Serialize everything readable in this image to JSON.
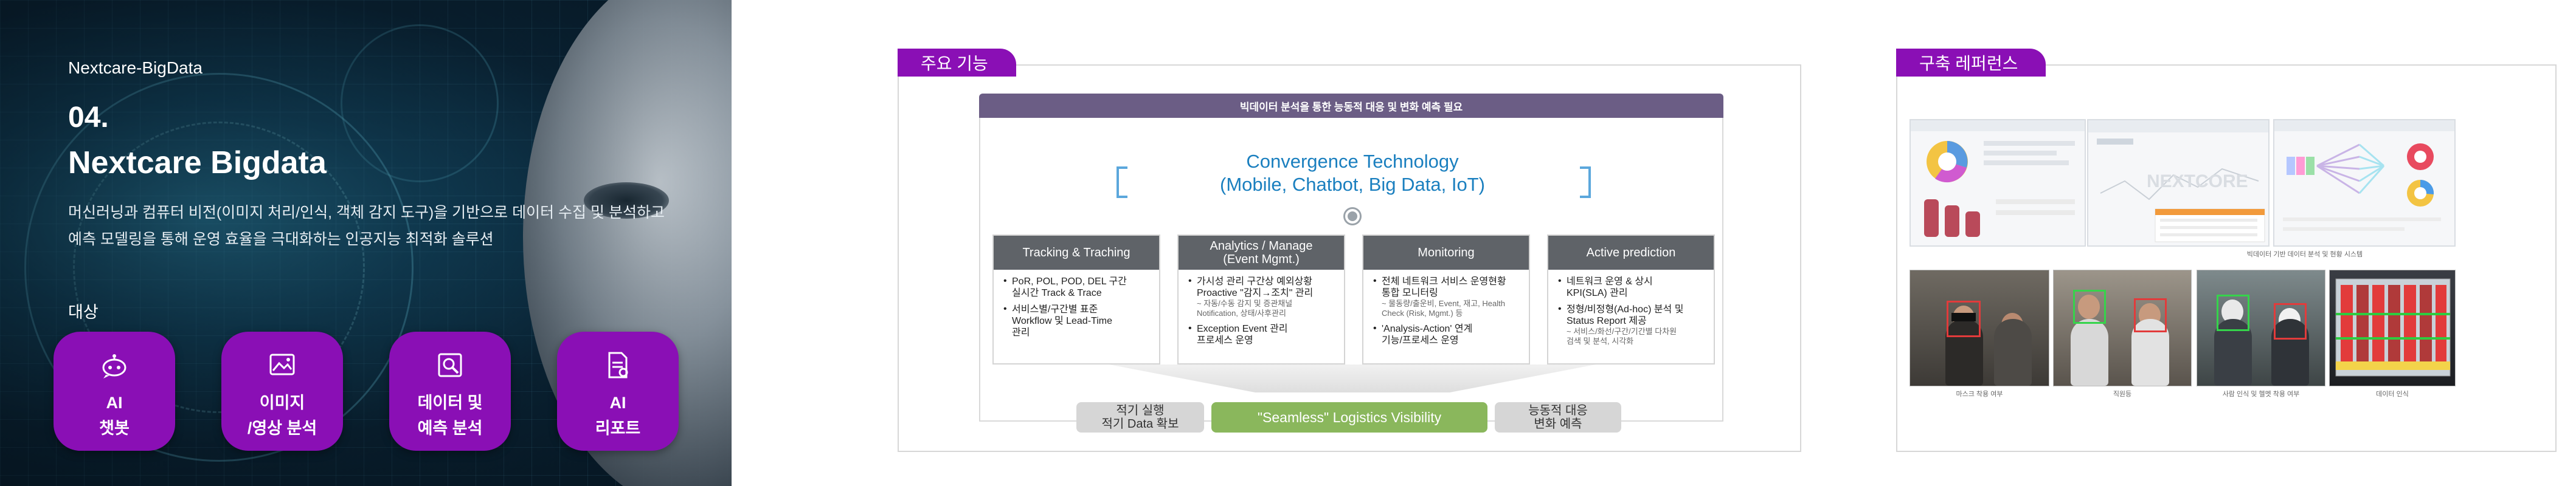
{
  "hero": {
    "subtitle": "Nextcare-BigData",
    "number": "04.",
    "title": "Nextcare Bigdata",
    "description": "머신러닝과 컴퓨터 비전(이미지 처리/인식, 객체 감지 도구)을 기반으로 데이터 수집 및 분석하고 예측 모델링을 통해 운영 효율을 극대화하는 인공지능 최적화 솔루션",
    "target_label": "대상",
    "targets": [
      {
        "label": "AI\n챗봇",
        "icon": "chatbot-icon"
      },
      {
        "label": "이미지\n/영상 분석",
        "icon": "image-analysis-icon"
      },
      {
        "label": "데이터 및\n예측 분석",
        "icon": "data-analysis-icon"
      },
      {
        "label": "AI\n리포트",
        "icon": "report-icon"
      }
    ]
  },
  "features": {
    "tab": "주요 기능",
    "banner": "빅데이터 분석을 통한 능동적 대응 및 변화 예측 필요",
    "convergence_line1": "Convergence Technology",
    "convergence_line2": "(Mobile, Chatbot, Big Data, IoT)",
    "columns": [
      {
        "header": "Tracking & Traching",
        "items": [
          {
            "title": "PoR, POL, POD, DEL 구간\n실시간 Track & Trace",
            "sub": ""
          },
          {
            "title": "서비스별/구간별 표준\nWorkflow 및 Lead-Time\n관리",
            "sub": ""
          }
        ]
      },
      {
        "header": "Analytics / Manage\n(Event Mgmt.)",
        "items": [
          {
            "title": "가시성 관리 구간상 예외상황\nProactive \"감지→조치\" 관리",
            "sub": "~ 자동/수동 감지 및 증관채널\nNotification, 상태/사후관리"
          },
          {
            "title": "Exception Event 관리\n프로세스 운영",
            "sub": ""
          }
        ]
      },
      {
        "header": "Monitoring",
        "items": [
          {
            "title": "전체 네트워크 서비스 운영현황\n통합 모니터링",
            "sub": "~ 물동량/출운비, Event, 재고, Health\nCheck (Risk, Mgmt.) 등"
          },
          {
            "title": "'Analysis-Action' 연계\n기능/프로세스 운영",
            "sub": ""
          }
        ]
      },
      {
        "header": "Active prediction",
        "items": [
          {
            "title": "네트워크 운영 & 상시\nKPI(SLA) 관리",
            "sub": ""
          },
          {
            "title": "정형/비정형(Ad-hoc) 분석 및\nStatus Report 제공",
            "sub": "~ 서비스/화선/구간/기간별 다차원\n검색 및 분석, 시각화"
          }
        ]
      }
    ],
    "bottom": [
      "적기 실행\n적기 Data 확보",
      "\"Seamless\" Logistics Visibility",
      "능동적 대응\n변화 예측"
    ]
  },
  "references": {
    "tab": "구축 레퍼런스",
    "dashboard_caption": "빅데이터 기반 데이터 분석 및 현황 시스템",
    "photo_captions": [
      "마스크 착용 여부",
      "직원등",
      "사람 인식 및 헬멧 착용 여부",
      "데이터 인식"
    ],
    "watermark": "NEXTCORE"
  },
  "colors": {
    "brand_purple": "#8a0fb5",
    "header_gray": "#5f6368",
    "banner": "#6b5d85",
    "accent_blue": "#1a7fbf",
    "seamless_green": "#8ab75c"
  }
}
